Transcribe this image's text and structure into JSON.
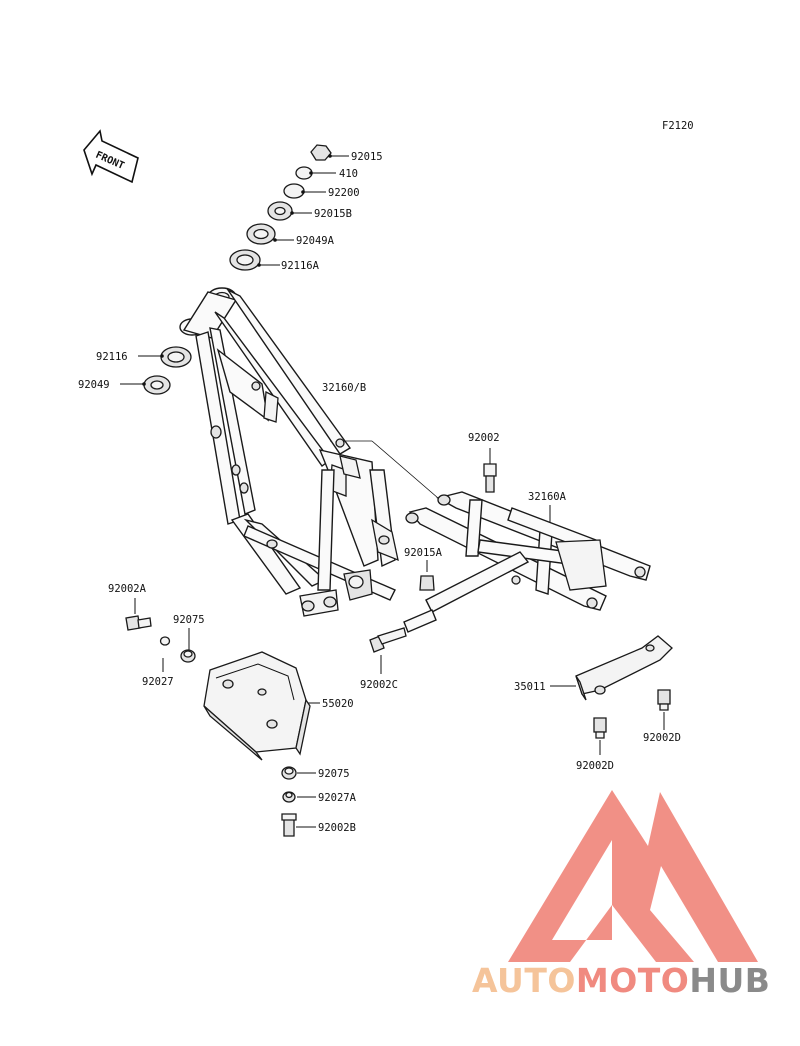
{
  "figure_code": "F2120",
  "front_label": "FRONT",
  "parts": {
    "p92015": "92015",
    "p410": "410",
    "p92200": "92200",
    "p92015B": "92015B",
    "p92049A": "92049A",
    "p92116A": "92116A",
    "p92116": "92116",
    "p92049": "92049",
    "p32160B": "32160/B",
    "p92002": "92002",
    "p32160A": "32160A",
    "p92015A": "92015A",
    "p92002A": "92002A",
    "p92075a": "92075",
    "p92027": "92027",
    "p92002C": "92002C",
    "p55020": "55020",
    "p92075b": "92075",
    "p92027A": "92027A",
    "p92002B": "92002B",
    "p35011": "35011",
    "p92002D_a": "92002D",
    "p92002D_b": "92002D"
  },
  "watermark": {
    "part1": "AUTO",
    "part2": "MOTO",
    "part3": "HUB",
    "color1": "#f5c49a",
    "color2": "#f08a80",
    "color3": "#8a8a8a",
    "logo_color": "#f08a80"
  }
}
